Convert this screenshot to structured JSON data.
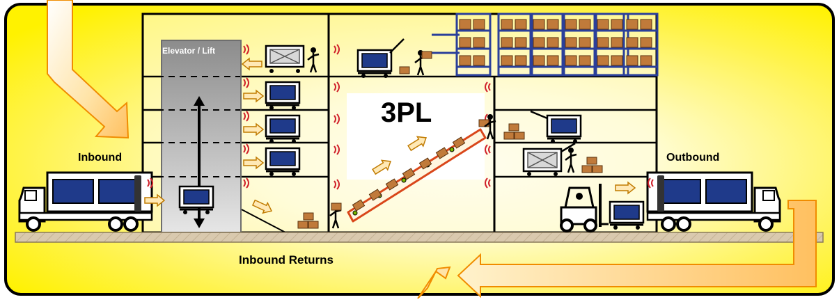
{
  "labels": {
    "inbound": "Inbound",
    "outbound": "Outbound",
    "inbound_returns": "Inbound Returns",
    "elevator": "Elevator / Lift",
    "center": "3PL"
  },
  "colors": {
    "background": "#FFF200",
    "border": "#000000",
    "arrow_fill": "#FFD27A",
    "arrow_stroke": "#F08C00",
    "pallet_blue": "#1F3A8A",
    "box_brown": "#C07A3A",
    "shelf_blue": "#2A3F9A",
    "conveyor": "#D9461A",
    "signal_red": "#D0202A",
    "floor_sand": "#D9C9AE"
  },
  "icons": [
    "truck-icon",
    "pallet-cart-icon",
    "forklift-icon",
    "worker-icon",
    "box-icon",
    "storage-rack-icon",
    "sensor-signal-icon",
    "conveyor-belt-icon",
    "flow-arrow-icon"
  ]
}
